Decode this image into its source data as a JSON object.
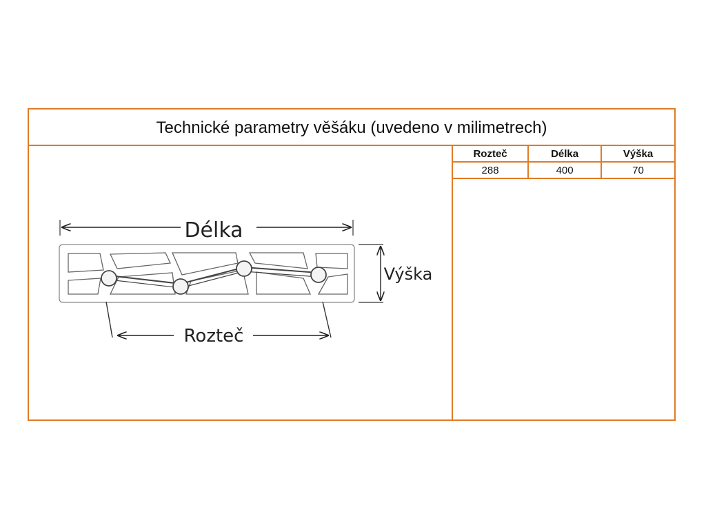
{
  "title": "Technické parametry věšáku (uvedeno v milimetrech)",
  "drawing": {
    "length_label": "Délka",
    "height_label": "Výška",
    "spacing_label": "Rozteč"
  },
  "table": {
    "headers": [
      "Rozteč",
      "Délka",
      "Výška"
    ],
    "values": [
      "288",
      "400",
      "70"
    ]
  },
  "colors": {
    "border": "#e07b24"
  }
}
